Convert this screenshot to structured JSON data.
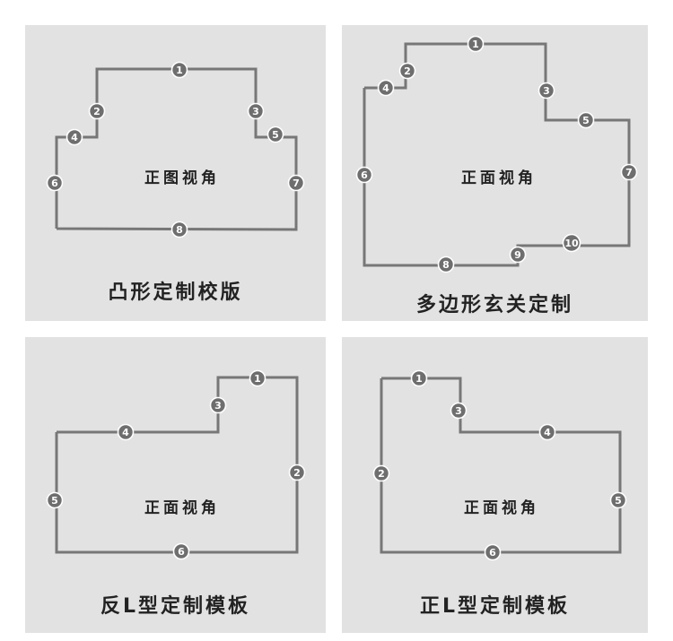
{
  "panels": [
    {
      "id": "convex",
      "caption": "凸形定制校版",
      "view_label": "正图视角",
      "badges": [
        "1",
        "2",
        "3",
        "4",
        "5",
        "6",
        "7",
        "8"
      ]
    },
    {
      "id": "polygon",
      "caption": "多边形玄关定制",
      "view_label": "正面视角",
      "badges": [
        "1",
        "2",
        "3",
        "4",
        "5",
        "6",
        "7",
        "8",
        "9",
        "10"
      ]
    },
    {
      "id": "reverse-l",
      "caption": "反L型定制模板",
      "view_label": "正面视角",
      "badges": [
        "1",
        "2",
        "3",
        "4",
        "5",
        "6"
      ]
    },
    {
      "id": "l-shape",
      "caption": "正L型定制模板",
      "view_label": "正面视角",
      "badges": [
        "1",
        "2",
        "3",
        "4",
        "5",
        "6"
      ]
    }
  ],
  "colors": {
    "panel_bg": "#e2e2e2",
    "outline": "#777777",
    "badge": "#6e6e6e",
    "text": "#222222"
  }
}
